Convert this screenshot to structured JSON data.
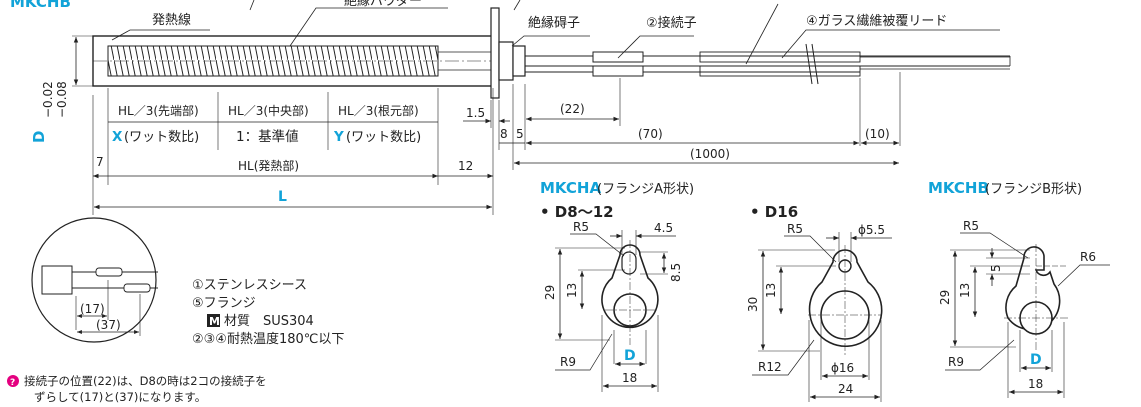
{
  "top_cut_label": "MKCHB",
  "heater": {
    "label_wire": "発熱線",
    "label_powder": "絶縁パウダー",
    "label_insulator": "絶縁碍子",
    "label_connector": "②接続子",
    "label_lead": "④ガラス繊維被覆リード",
    "dim_tolerance_upper": "−0.02",
    "dim_tolerance_lower": "−0.08",
    "dim_D": "D",
    "zone1": "HL／3(先端部)",
    "zone2": "HL／3(中央部)",
    "zone3": "HL／3(根元部)",
    "x_label": "X",
    "x_suffix": "(ワット数比)",
    "std_value": "1：基準値",
    "y_label": "Y",
    "y_suffix": "(ワット数比)",
    "dim_7": "7",
    "dim_HL": "HL(発熱部)",
    "dim_12": "12",
    "dim_L": "L",
    "dim_1_5": "1.5",
    "dim_8": "8",
    "dim_5": "5",
    "dim_22": "(22)",
    "dim_70": "(70)",
    "dim_10": "(10)",
    "dim_1000": "(1000)"
  },
  "detail": {
    "dim_17": "(17)",
    "dim_37": "(37)"
  },
  "materials": {
    "item1": "①ステンレスシース",
    "item5": "⑤フランジ",
    "m_badge": "M",
    "material": "材質　SUS304",
    "heat": "②③④耐熱温度180℃以下"
  },
  "note": {
    "line1": "接続子の位置(22)は、D8の時は2コの接続子を",
    "line2": "ずらして(17)と(37)になります。"
  },
  "mkcha": {
    "title": "MKCHA",
    "subtitle": "(フランジA形状)",
    "d8_label": "• D8〜12",
    "d16_label": "• D16",
    "a_R5": "R5",
    "a_45": "4.5",
    "a_29": "29",
    "a_13": "13",
    "a_85": "8.5",
    "a_R9": "R9",
    "a_D": "D",
    "a_18": "18",
    "b_R5": "R5",
    "b_phi55": "ϕ5.5",
    "b_30": "30",
    "b_13": "13",
    "b_R12": "R12",
    "b_phi16": "ϕ16",
    "b_24": "24"
  },
  "mkchb": {
    "title": "MKCHB",
    "subtitle": "(フランジB形状)",
    "R5": "R5",
    "R6": "R6",
    "d5": "5",
    "d29": "29",
    "d13": "13",
    "R9": "R9",
    "D": "D",
    "d18": "18"
  }
}
